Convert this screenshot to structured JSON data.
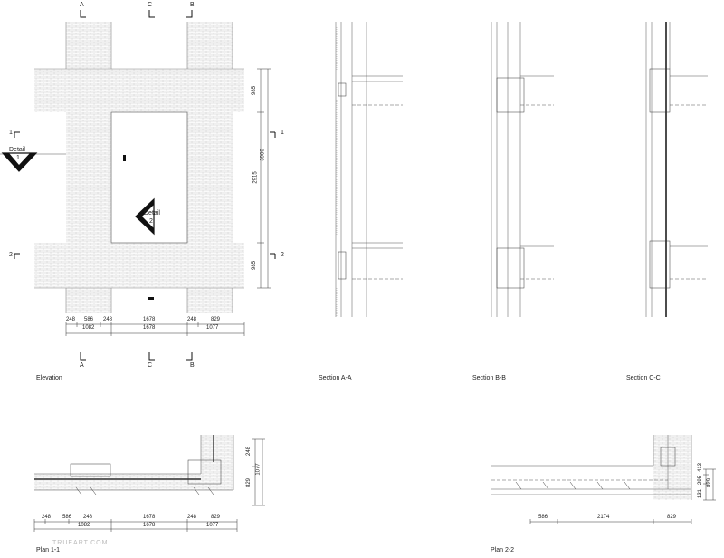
{
  "captions": {
    "elevation": "Elevation",
    "section_aa": "Section A-A",
    "section_bb": "Section B-B",
    "section_cc": "Section C-C",
    "plan_11": "Plan 1-1",
    "plan_22": "Plan 2-2"
  },
  "section_marks": {
    "a_top": "A",
    "c_top": "C",
    "b_top": "B",
    "a_bottom": "A",
    "c_bottom": "C",
    "b_bottom": "B",
    "one_left": "1",
    "one_right": "1",
    "two_left": "2",
    "two_right": "2"
  },
  "details": {
    "detail_1_label": "Detail",
    "detail_1_number": "1",
    "detail_2_label": "Detail",
    "detail_2_number": "2"
  },
  "elevation_dims": {
    "bottom_row1": [
      "248",
      "586",
      "248",
      "1678",
      "248",
      "829"
    ],
    "bottom_row2": [
      "1082",
      "1678",
      "1077"
    ],
    "right_segments": [
      "985",
      "2915",
      "985"
    ],
    "right_total": "3900"
  },
  "plan11_dims": {
    "bottom_row1": [
      "248",
      "586",
      "248",
      "1678",
      "248",
      "829"
    ],
    "bottom_row2": [
      "1082",
      "1678",
      "1077"
    ],
    "right_segments": [
      "248",
      "829"
    ],
    "right_total": "1077"
  },
  "plan22_dims": {
    "bottom_row": [
      "586",
      "2174",
      "829"
    ],
    "right_segments": [
      "131",
      "295",
      "413"
    ],
    "right_total": "829"
  },
  "watermark": "TRUEART.COM"
}
